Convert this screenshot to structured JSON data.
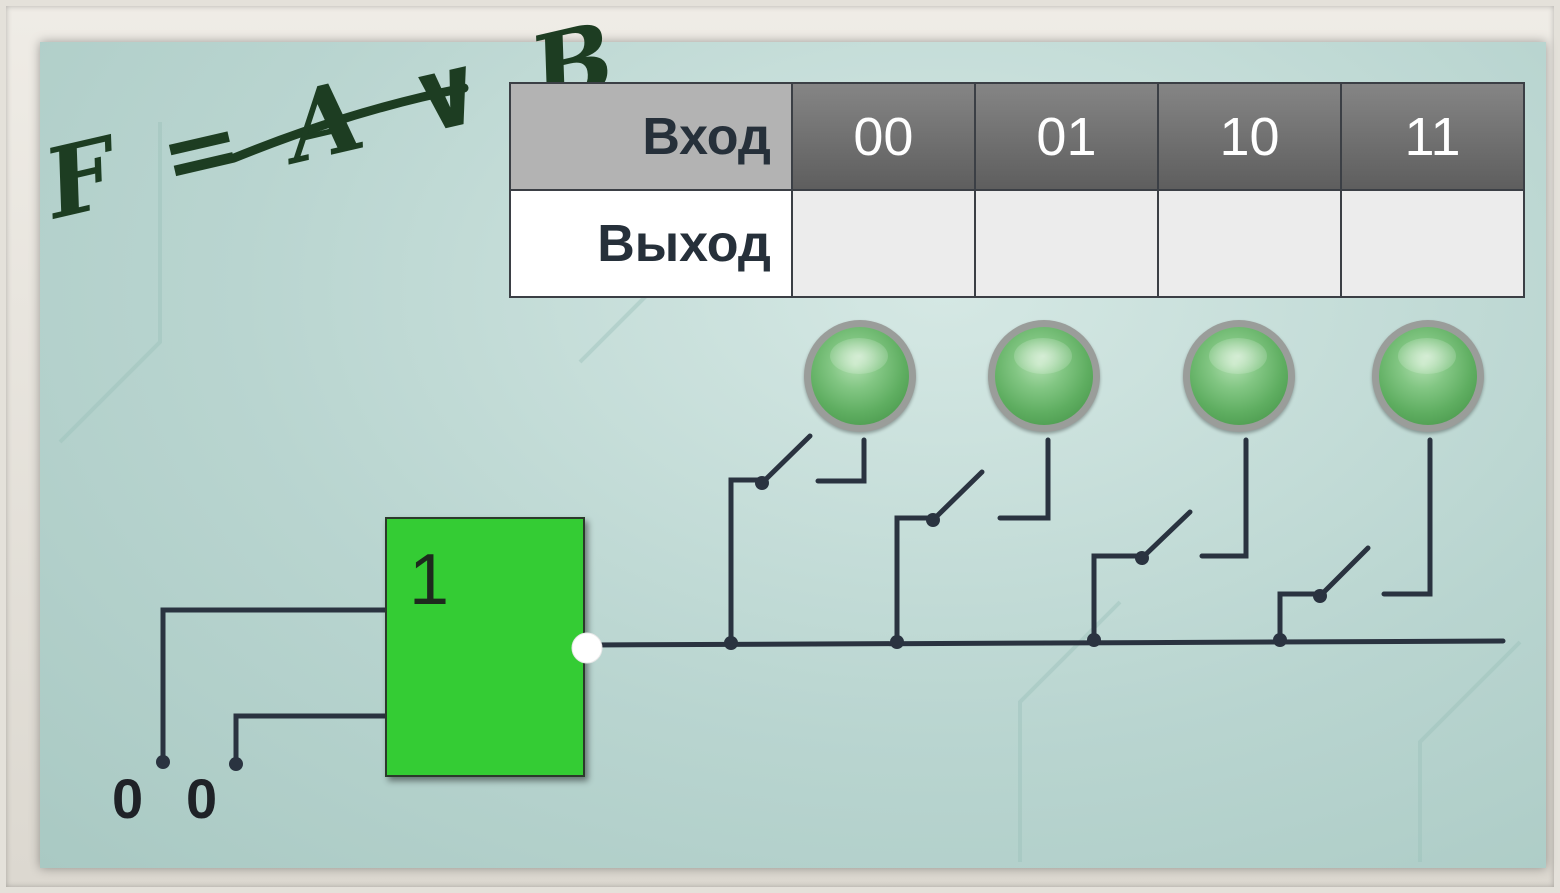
{
  "formula": {
    "text": "F = A ∨ B"
  },
  "truth_table": {
    "input_label": "Вход",
    "output_label": "Выход",
    "inputs": [
      "00",
      "01",
      "10",
      "11"
    ],
    "outputs": [
      "",
      "",
      "",
      ""
    ]
  },
  "gate": {
    "label": "1"
  },
  "input_values": {
    "a": "0",
    "b": "0"
  },
  "colors": {
    "gate": "#34cc34",
    "lamp": "#6bb86d",
    "wire": "#2a3340"
  },
  "lamps": [
    {
      "icon": "lamp-icon",
      "state": "off"
    },
    {
      "icon": "lamp-icon",
      "state": "off"
    },
    {
      "icon": "lamp-icon",
      "state": "off"
    },
    {
      "icon": "lamp-icon",
      "state": "off"
    }
  ]
}
